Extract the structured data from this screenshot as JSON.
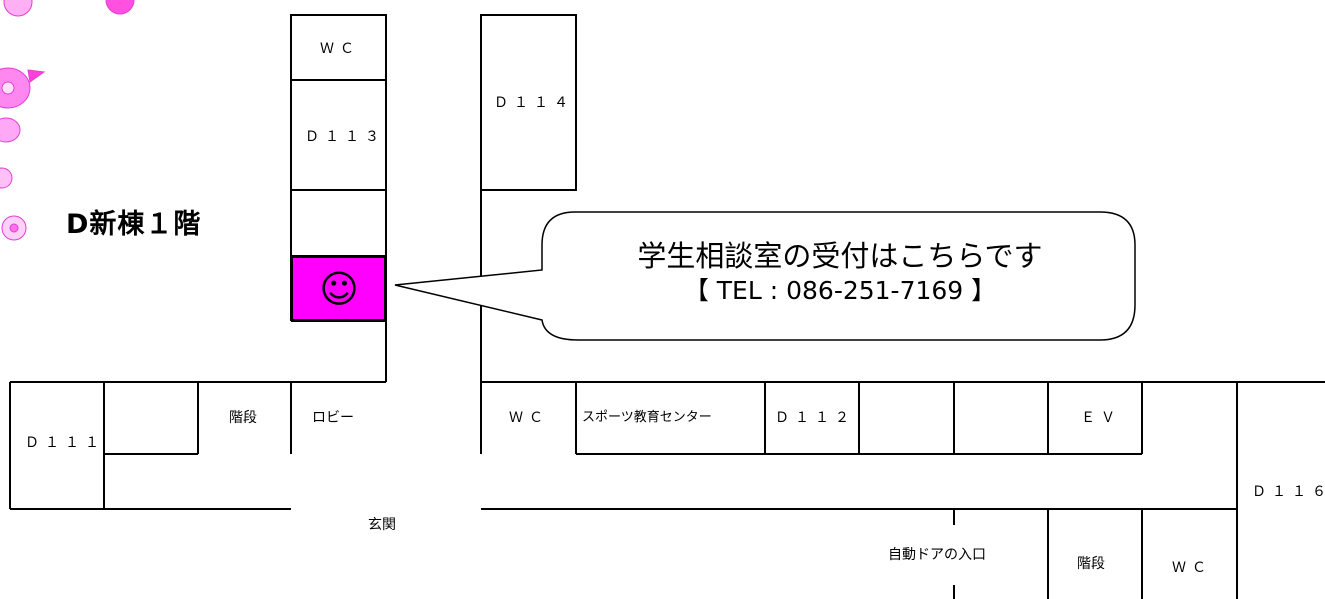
{
  "floor_title": "D新棟１階",
  "rooms": {
    "wc_top": "ＷＣ",
    "d113": "Ｄ１１３",
    "d114": "Ｄ１１４",
    "d111": "Ｄ１１１",
    "stairs_left": "階段",
    "lobby": "ロビー",
    "wc_mid": "ＷＣ",
    "sports_center": "スポーツ教育センター",
    "d112": "Ｄ１１２",
    "ev": "ＥＶ",
    "d116": "Ｄ１１６",
    "entrance": "玄関",
    "auto_door": "自動ドアの入口",
    "stairs_right": "階段",
    "wc_bottom": "ＷＣ"
  },
  "marker": {
    "symbol": "☺",
    "color": "#ff00ff",
    "icon": "smiley-icon"
  },
  "callout": {
    "message": "学生相談室の受付はこちらです",
    "tel": "【 TEL : 086-251-7169 】"
  },
  "decoration": {
    "flower_color": "#ff66ff"
  }
}
